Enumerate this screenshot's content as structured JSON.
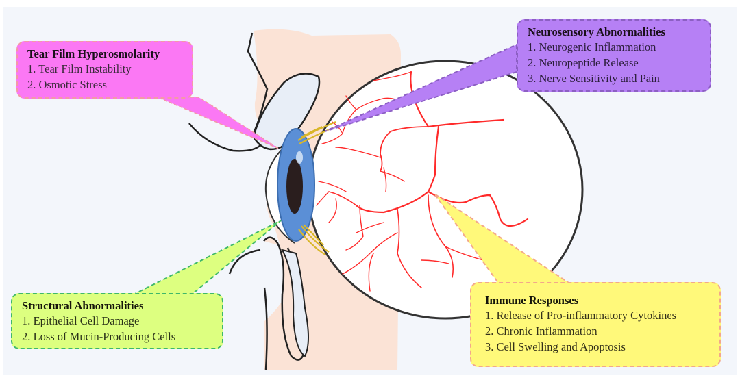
{
  "diagram": {
    "subject": "Eye (side view) with eyelids, cornea, iris, pupil and retinal blood vessels",
    "colors": {
      "background": "#f3f6fb",
      "skin": "#fbe3d6",
      "vessels": "#ff2a2a",
      "iris": "#5b8fd6",
      "pupil": "#2a1e1e",
      "nerves": "#e2c43a",
      "tear_film": "#fb78f4",
      "neurosensory": "#b680f5",
      "structural": "#ddff80",
      "immune": "#fff97a"
    },
    "callouts": {
      "tear_film": {
        "title": "Tear Film Hyperosmolarity",
        "items": [
          "1. Tear Film Instability",
          "2. Osmotic Stress"
        ]
      },
      "neurosensory": {
        "title": "Neurosensory Abnormalities",
        "items": [
          "1. Neurogenic Inflammation",
          "2. Neuropeptide Release",
          "3. Nerve Sensitivity and Pain"
        ]
      },
      "structural": {
        "title": "Structural Abnormalities",
        "items": [
          "1. Epithelial Cell Damage",
          "2. Loss of Mucin-Producing Cells"
        ]
      },
      "immune": {
        "title": "Immune Responses",
        "items": [
          "1. Release of Pro-inflammatory Cytokines",
          "2. Chronic Inflammation",
          "3. Cell Swelling and Apoptosis"
        ]
      }
    }
  }
}
